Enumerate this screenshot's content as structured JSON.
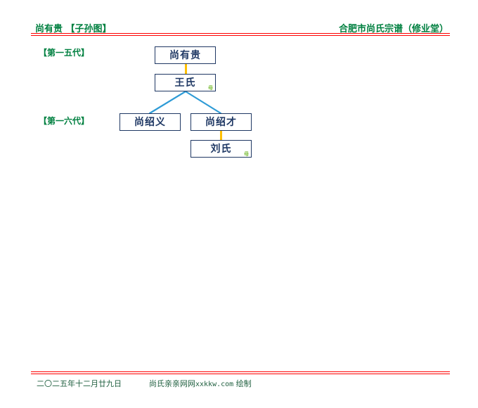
{
  "header": {
    "left_title": "尚有贵 【子孙图】",
    "right_title": "合肥市尚氏宗谱（修业堂）"
  },
  "generations": [
    {
      "label": "【第一五代】"
    },
    {
      "label": "【第一六代】"
    }
  ],
  "tree": {
    "nodes": [
      {
        "id": "n1",
        "name": "尚有贵",
        "mark": "",
        "generation": "【第一五代】",
        "role": "ancestor"
      },
      {
        "id": "n2",
        "name": "王氏",
        "mark": "母",
        "generation": "【第一五代】",
        "role": "spouse"
      },
      {
        "id": "n3",
        "name": "尚绍义",
        "mark": "",
        "generation": "【第一六代】",
        "role": "child"
      },
      {
        "id": "n4",
        "name": "尚绍才",
        "mark": "",
        "generation": "【第一六代】",
        "role": "child"
      },
      {
        "id": "n5",
        "name": "刘氏",
        "mark": "母",
        "generation": "【第一六代】",
        "role": "spouse"
      }
    ],
    "spouse_links": [
      {
        "from": "n1",
        "to": "n2"
      },
      {
        "from": "n4",
        "to": "n5"
      }
    ],
    "child_links": [
      {
        "from": "n2",
        "to": "n3"
      },
      {
        "from": "n2",
        "to": "n4"
      }
    ]
  },
  "footer": {
    "date": "二〇二五年十二月廿九日",
    "site_prefix": "尚氏亲亲网网",
    "site_domain": "xxkkw.com",
    "site_suffix": "绘制"
  },
  "colors": {
    "header_green": "#008040",
    "rule_red": "#ff0000",
    "box_border": "#1f3864",
    "spouse_line": "#ffc000",
    "child_line": "#2e9bd6",
    "mark_green": "#7fbf3f",
    "footer_green": "#1f5f3f"
  }
}
